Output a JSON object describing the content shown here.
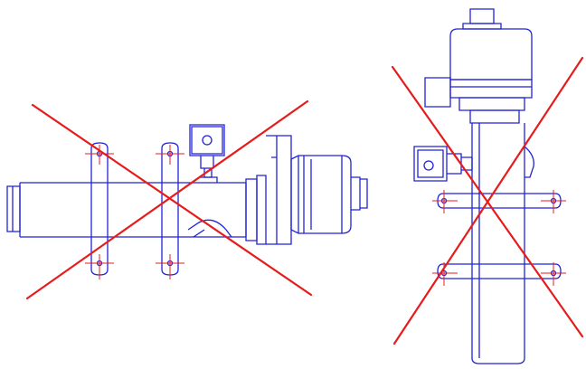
{
  "colors": {
    "line": "#2222d8",
    "cross_out": "#e61c1c",
    "background": "#ffffff"
  },
  "figures": [
    {
      "id": "horizontal-valve",
      "orientation": "horizontal",
      "crossed_out": true
    },
    {
      "id": "vertical-valve",
      "orientation": "vertical",
      "crossed_out": true
    }
  ],
  "icons": [
    "valve-drawing-icon",
    "solenoid-coil-icon",
    "mounting-clamp-icon",
    "cross-out-mark-icon"
  ]
}
